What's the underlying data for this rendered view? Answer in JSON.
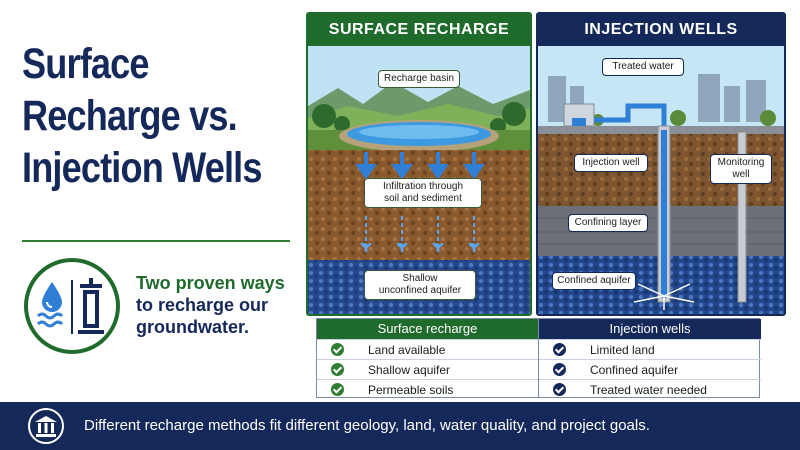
{
  "title": {
    "line1": "Surface",
    "line2": "Recharge vs.",
    "line3": "Injection Wells"
  },
  "tagline": {
    "line1": "Two proven ways",
    "line2": "to recharge our",
    "line3": "groundwater."
  },
  "icons": {
    "emblem": [
      "water-drop-icon",
      "waves-icon",
      "well-pump-icon"
    ],
    "footer": "institution-icon",
    "check": "check-circle-icon"
  },
  "panels": {
    "surface": {
      "header": "SURFACE RECHARGE",
      "callouts": {
        "basin": "Recharge basin",
        "infiltration_1": "Infiltration through",
        "infiltration_2": "soil and sediment",
        "aquifer_1": "Shallow",
        "aquifer_2": "unconfined aquifer"
      }
    },
    "injection": {
      "header": "INJECTION WELLS",
      "callouts": {
        "treated": "Treated water",
        "injection_well": "Injection well",
        "monitoring_1": "Monitoring",
        "monitoring_2": "well",
        "confining": "Confining layer",
        "confined": "Confined aquifer"
      }
    }
  },
  "comparison": {
    "surface": {
      "header": "Surface recharge",
      "rows": [
        "Land available",
        "Shallow aquifer",
        "Permeable soils"
      ]
    },
    "injection": {
      "header": "Injection wells",
      "rows": [
        "Limited land",
        "Confined aquifer",
        "Treated water needed"
      ]
    }
  },
  "footer": {
    "text": "Different recharge methods fit different geology, land, water quality, and project goals."
  },
  "colors": {
    "navy": "#14285a",
    "green": "#1f6b2c",
    "water_blue": "#2f7fd6"
  }
}
